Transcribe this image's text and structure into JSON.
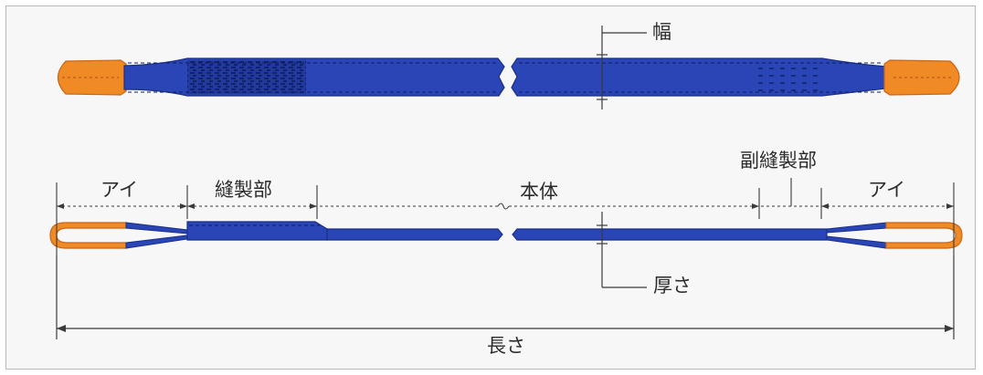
{
  "labels": {
    "width": "幅",
    "eye_left": "アイ",
    "sewn_part": "縫製部",
    "body": "本体",
    "sub_sewn_part": "副縫製部",
    "eye_right": "アイ",
    "thickness": "厚さ",
    "length": "長さ"
  },
  "colors": {
    "sling_blue": "#2a45b5",
    "sling_blue_dark": "#1b2f86",
    "eye_orange": "#f08a24",
    "eye_orange_dark": "#c8661a",
    "dimension_line": "#3a3a3a",
    "background": "#f7f7f8"
  }
}
